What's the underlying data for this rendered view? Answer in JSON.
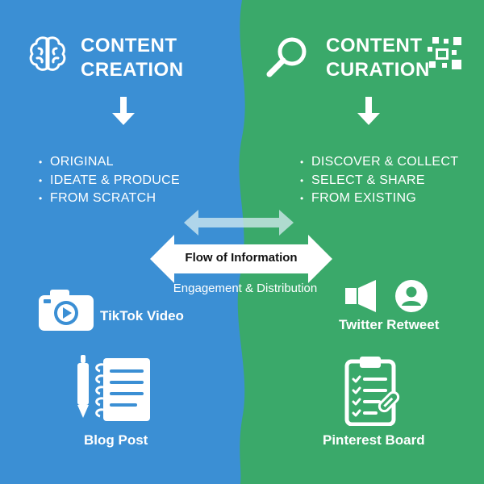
{
  "colors": {
    "left_bg": "#3b8fd4",
    "right_bg": "#3aa96a",
    "white": "#ffffff"
  },
  "left": {
    "heading_line1": "CONTENT",
    "heading_line2": "CREATION",
    "bullets": [
      "ORIGINAL",
      "IDEATE & PRODUCE",
      "FROM SCRATCH"
    ],
    "items": [
      {
        "label": "TikTok Video",
        "icon": "camera-icon"
      },
      {
        "label": "Blog Post",
        "icon": "pen-notebook-icon"
      }
    ]
  },
  "right": {
    "heading_line1": "CONTENT",
    "heading_line2": "CURATION",
    "bullets": [
      "DISCOVER & COLLECT",
      "SELECT & SHARE",
      "FROM EXISTING"
    ],
    "items": [
      {
        "label": "Twitter Retweet",
        "icon": "megaphone-user-icon"
      },
      {
        "label": "Pinterest Board",
        "icon": "clipboard-icon"
      }
    ]
  },
  "center": {
    "flow_label": "Flow of Information",
    "sub_label": "Engagement & Distribution"
  }
}
